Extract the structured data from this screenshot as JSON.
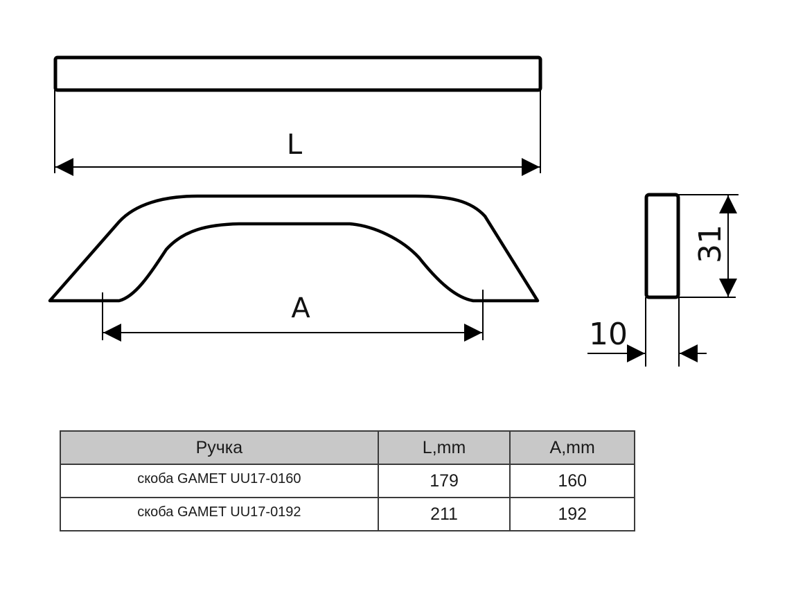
{
  "drawing": {
    "top_view": {
      "dimension_label": "L"
    },
    "side_view": {
      "dimension_label": "A"
    },
    "end_view": {
      "height_label": "31",
      "width_label": "10"
    },
    "line_color": "#000000"
  },
  "table": {
    "headers": [
      "Ручка",
      "L,mm",
      "A,mm"
    ],
    "header_bg": "#c8c8c8",
    "rows": [
      {
        "name": "скоба GAMET UU17-0160",
        "L": "179",
        "A": "160"
      },
      {
        "name": "скоба GAMET UU17-0192",
        "L": "211",
        "A": "192"
      }
    ]
  }
}
